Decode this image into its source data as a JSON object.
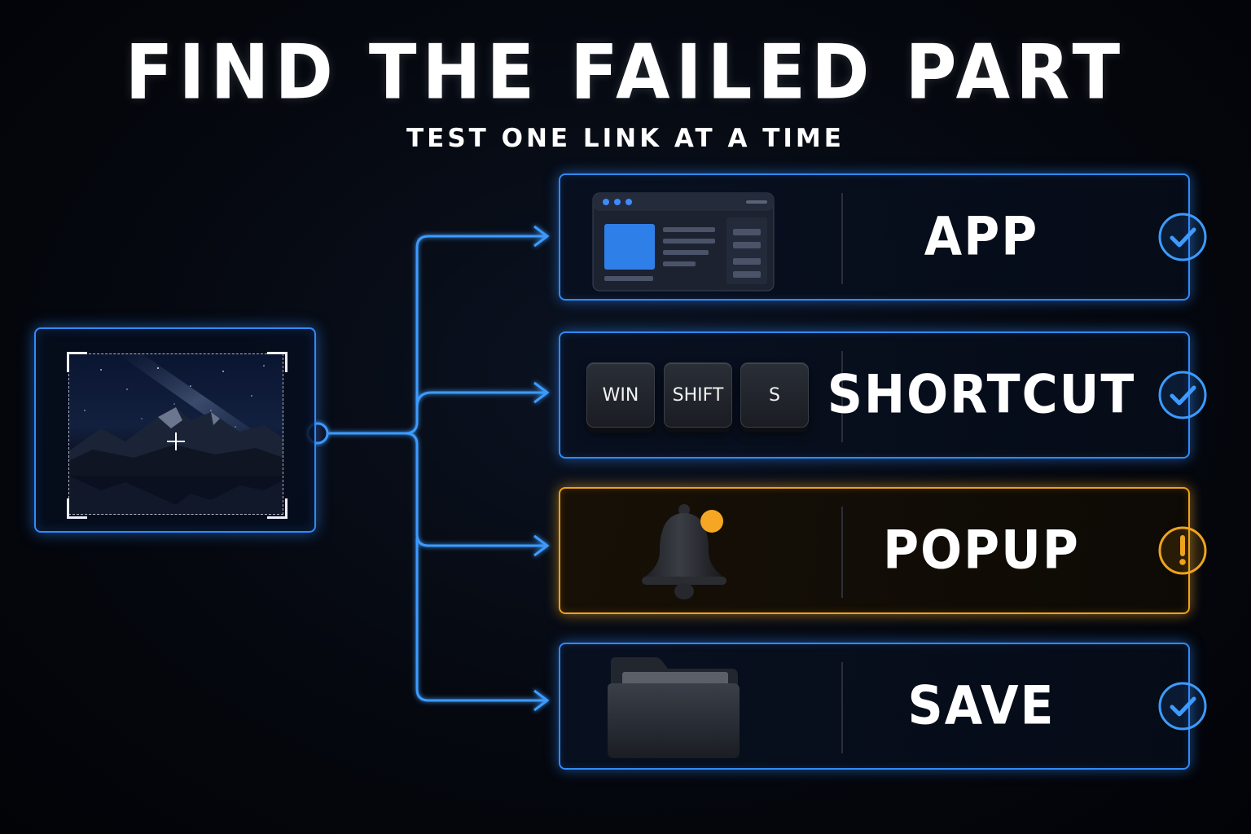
{
  "title": "FIND THE FAILED PART",
  "subtitle": "TEST ONE LINK AT A TIME",
  "source": {
    "icon": "screenshot-capture-icon"
  },
  "rows": [
    {
      "label": "APP",
      "icon": "app-window-icon",
      "status": "ok",
      "status_icon": "check-icon"
    },
    {
      "label": "SHORTCUT",
      "icon": "keyboard-keys-icon",
      "status": "ok",
      "status_icon": "check-icon",
      "keys": [
        "WIN",
        "SHIFT",
        "S"
      ]
    },
    {
      "label": "POPUP",
      "icon": "bell-icon",
      "status": "warning",
      "status_icon": "exclamation-icon"
    },
    {
      "label": "SAVE",
      "icon": "folder-icon",
      "status": "ok",
      "status_icon": "check-icon"
    }
  ],
  "colors": {
    "accent": "#2f8bff",
    "warning": "#f0a21c",
    "background": "#05080f"
  }
}
